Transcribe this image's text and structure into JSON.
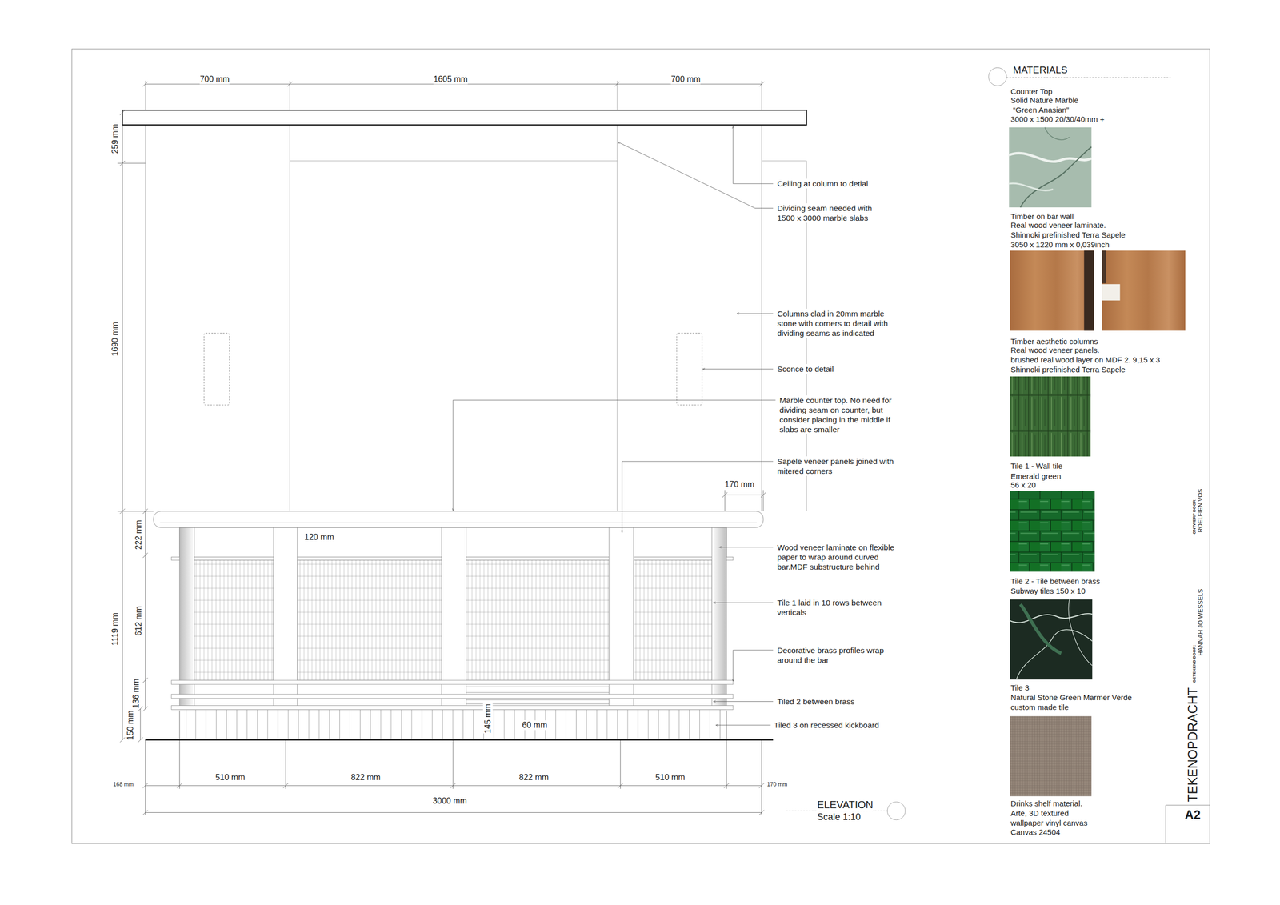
{
  "diagram": {
    "labels": [
      "700 mm",
      "1605 mm",
      "700 mm",
      "259 mm",
      "1690 mm",
      "222 mm",
      "612 mm",
      "1119 mm",
      "136 mm",
      "150 mm",
      "120 mm",
      "170 mm",
      "145 mm",
      "60 mm",
      "510 mm",
      "822 mm",
      "822 mm",
      "510 mm",
      "168 mm",
      "170 mm",
      "3000 mm",
      "Ceiling at column to detial",
      "Dividing seam needed with 1500 x 3000 marble slabs",
      "Columns clad in 20mm marble stone with corners to detail with dividing seams as indicated",
      "Sconce to detail",
      "Marble counter top. No need for dividing seam on counter, but consider placing in the middle if slabs are smaller",
      "Sapele veneer panels joined with mitered corners",
      "Wood veneer laminate on flexible paper to wrap around curved bar.MDF substructure behind",
      "Tile 1 laid in 10 rows between verticals",
      "Decorative brass profiles wrap around the bar",
      "Tiled 2 between brass",
      "Tiled 3 on recessed kickboard",
      "ELEVATION",
      "Scale 1:10",
      "MATERIALS",
      "Counter Top",
      "Solid Nature Marble",
      "“Green Anasian”",
      "3000 x 1500 20/30/40mm +",
      "Timber on bar wall",
      "Real wood veneer laminate.",
      "Shinnoki prefinished Terra Sapele",
      "3050 x 1220 mm x 0,039inch",
      "Timber aesthetic columns",
      "Real wood veneer panels.",
      "brushed real wood layer on MDF 2. 9,15 x 3",
      "Shinnoki prefinished Terra Sapele",
      "Tile 1 - Wall tile",
      "Emerald green",
      "56 x 20",
      "Tile 2 - Tile between brass",
      "Subway tiles 150 x 10",
      "Tile 3",
      "Natural Stone Green Marmer Verde",
      "custom made tile",
      "Drinks shelf material.",
      "Arte, 3D textured",
      "wallpaper vinyl canvas",
      "Canvas 24504",
      "ONTWERP DOOR:",
      "ROELFIEN VOS",
      "GETEKEND DOOR:",
      "HANNAH JO WESSELS",
      "TEKENOPDRACHT",
      "A2"
    ]
  }
}
